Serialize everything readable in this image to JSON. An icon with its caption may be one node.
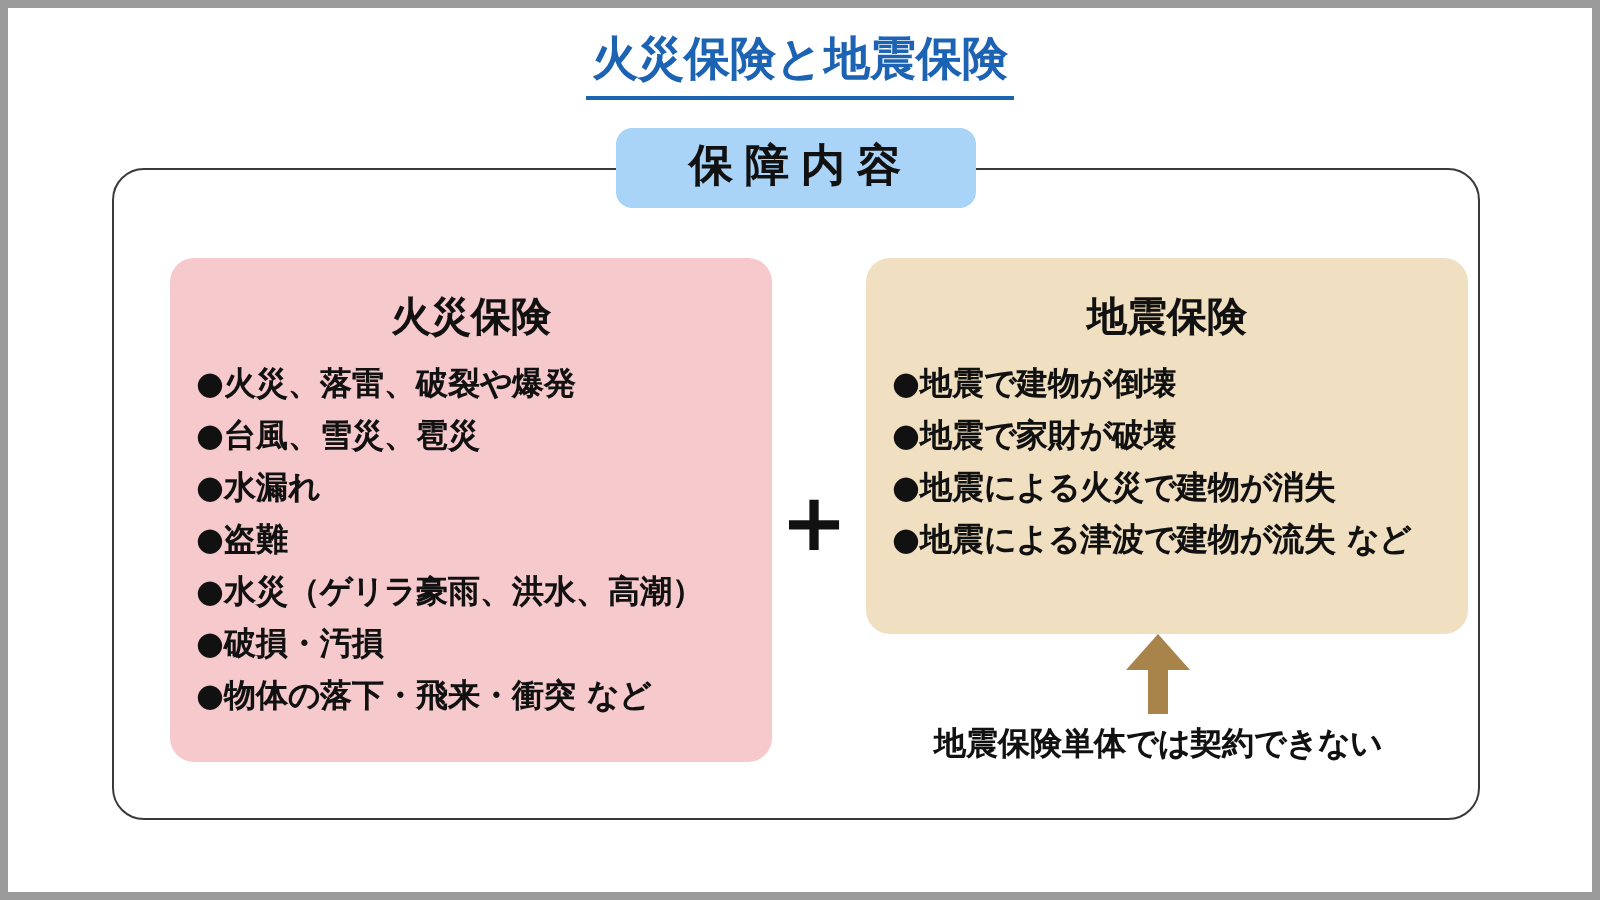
{
  "diagram": {
    "title": "火災保険と地震保険",
    "nodes": [
      {
        "text": [
          "保障内容"
        ]
      },
      {
        "text": [
          "火災保険",
          "●火災、落雷、破裂や爆発",
          "●台風、雪災、雹災",
          "●水漏れ",
          "●盗難",
          "●水災（ゲリラ豪雨、洪水、高潮）",
          "●破損・汚損",
          "●物体の落下・飛来・衝突 など"
        ],
        "in": 0
      },
      {
        "text": [
          "地震保険",
          "●地震で建物が倒壊",
          "●地震で家財が破壊",
          "●地震による火災で建物が消失",
          "●地震による津波で建物が流失 など"
        ],
        "in": 0
      },
      {
        "text": [
          "地震保険単体では契約できない"
        ],
        "in": 0
      }
    ],
    "edges": [
      {
        "from": 3,
        "to": 2,
        "arrow": "to"
      }
    ],
    "labels": [
      "+"
    ]
  }
}
